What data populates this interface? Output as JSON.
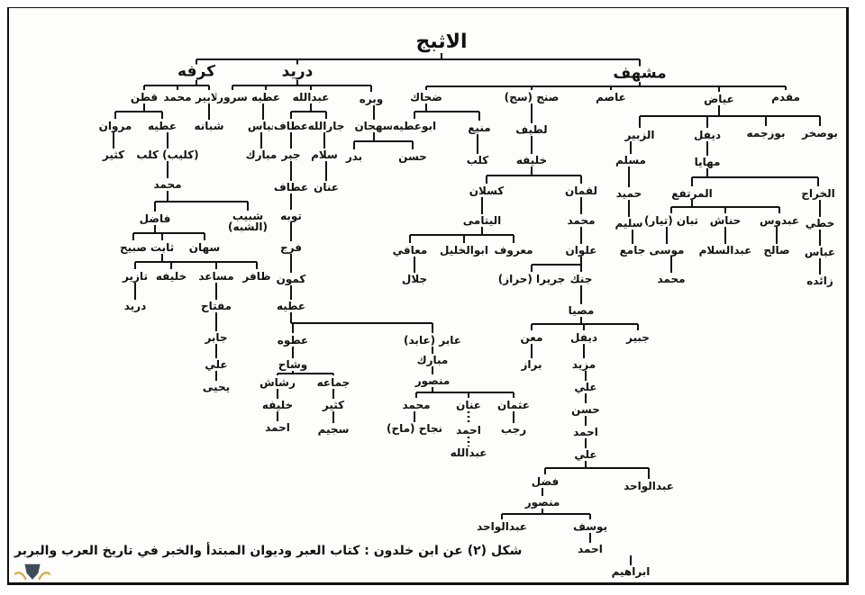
{
  "nodes": [
    "الاثبج",
    "كرفه",
    "دريد",
    "مشهف",
    "قطن",
    "محمد",
    "الابير",
    "سرور",
    "عطيه",
    "عبدالله",
    "وبره",
    "ضحاك",
    "صنج (سج)",
    "عاصم",
    "عياض",
    "مقدم",
    "مروان",
    "عطيه",
    "شبانه",
    "عباس",
    "عطاف",
    "جارالله",
    "سهحان",
    "ابوعطيه",
    "منيع",
    "لطيف",
    "الزبير",
    "ديفل",
    "بوزجمه",
    "بوصخر",
    "كثير",
    "(كليب) كلب",
    "مبارك",
    "جبر",
    "سلام",
    "بدر",
    "حسن",
    "كلب",
    "خليفه",
    "مسلم",
    "مهايا",
    "محمد",
    "عطاف",
    "عنان",
    "كسلان",
    "لقمان",
    "حميد",
    "المرتفع",
    "الخراج",
    "فاضل",
    "شبيب\n(الشبه)",
    "توبه",
    "اليتامى",
    "محمد",
    "سليم",
    "تبان (تيار)",
    "حناش",
    "عبدوس",
    "خطي",
    "صبيح",
    "ثابت",
    "سهان",
    "فرج",
    "معافي",
    "ابوالخليل",
    "معروف",
    "علوان",
    "جامع",
    "موسى",
    "عبدالسلام",
    "صالح",
    "عباس",
    "تازير",
    "خليفه",
    "مساعد",
    "ظافر",
    "كمون",
    "جلال",
    "جريرا (حراز)",
    "جنك",
    "محمد",
    "زائده",
    "دريد",
    "مفتاح",
    "عطيه",
    "مصيا",
    "عطوه",
    "عابر (عابد)",
    "معن",
    "ديفل",
    "جبير",
    "جابر",
    "علي",
    "يحيى",
    "وشاح",
    "رشاش",
    "جماعه",
    "خليفه",
    "احمد",
    "كثير",
    "سجيم",
    "مبارك",
    "منصور",
    "محمد",
    "عنان",
    "عثمان",
    "نجاح (ماح)",
    "احمد",
    "عبدالله",
    "رجب",
    "براز",
    "مزيد",
    "علي",
    "حسن",
    "احمد",
    "علي",
    "فضل",
    "عبدالواحد",
    "منصور",
    "عبدالواحد",
    "يوسف",
    "احمد",
    "ابراهيم"
  ],
  "caption": "شكل (٢) عن ابن خلدون : كتاب العبر وديوان المبتدأ والخبر في تاريخ العرب والبربر",
  "colors": {
    "ink": "#111111",
    "paper": "#fdfdfb"
  }
}
